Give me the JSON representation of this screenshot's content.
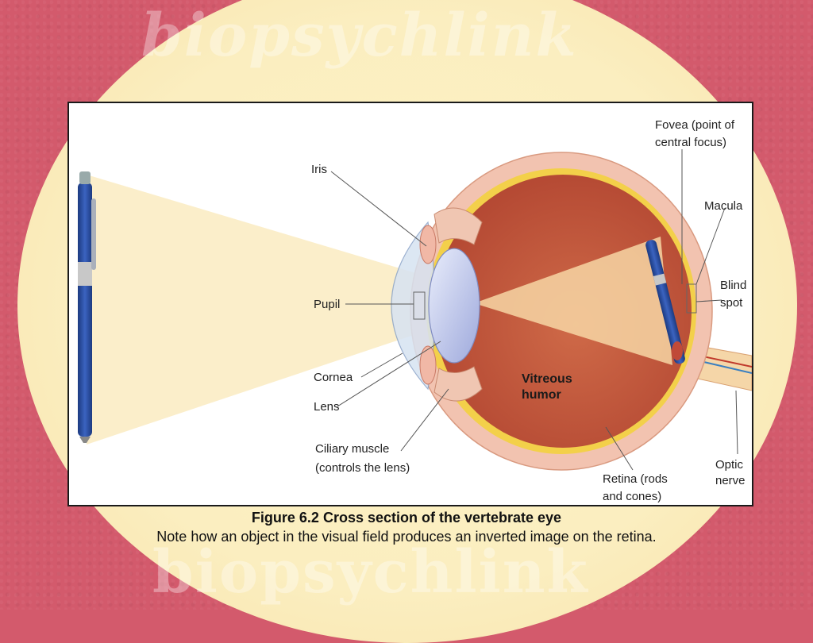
{
  "watermark": "biopsychlink",
  "caption": {
    "title": "Figure 6.2  Cross section of the vertebrate eye",
    "note": "Note how an object in the visual field produces an inverted image on the retina."
  },
  "labels": {
    "iris": "Iris",
    "pupil": "Pupil",
    "cornea": "Cornea",
    "lens": "Lens",
    "ciliary_1": "Ciliary muscle",
    "ciliary_2": "(controls the lens)",
    "fovea_1": "Fovea (point of",
    "fovea_2": "central focus)",
    "macula": "Macula",
    "blind_1": "Blind",
    "blind_2": "spot",
    "vitreous_1": "Vitreous",
    "vitreous_2": "humor",
    "retina_1": "Retina (rods",
    "retina_2": "and cones)",
    "optic_1": "Optic",
    "optic_2": "nerve"
  },
  "colors": {
    "background": "#d35a6c",
    "oval": "#fbeec0",
    "eye_interior": "#c0533b",
    "sclera": "#f2c3b0",
    "retina_layer": "#f3d04a",
    "lens": "#b9c3ea",
    "light_beam": "#f9e6b0",
    "pen_body": "#2a4c9c"
  }
}
